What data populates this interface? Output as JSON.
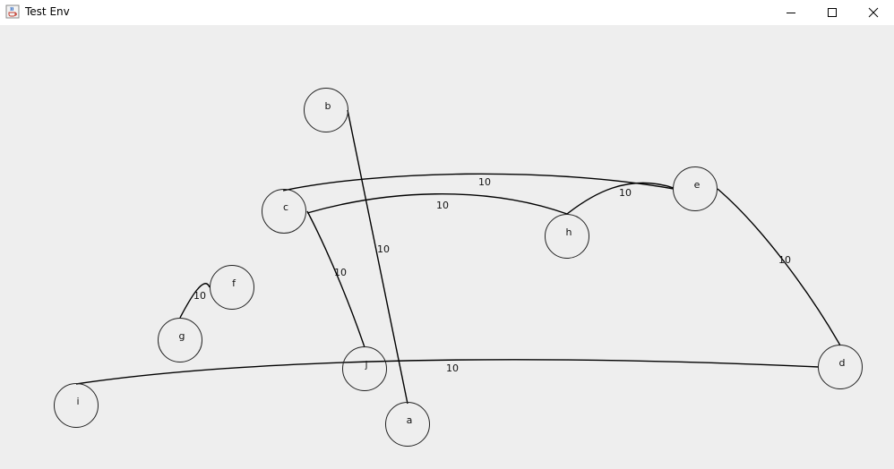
{
  "window": {
    "title": "Test Env",
    "icon": "java-cup-icon",
    "controls": [
      "minimize-icon",
      "maximize-icon",
      "close-icon"
    ]
  },
  "graph": {
    "nodes": [
      {
        "id": "a",
        "label": "a"
      },
      {
        "id": "b",
        "label": "b"
      },
      {
        "id": "c",
        "label": "c"
      },
      {
        "id": "d",
        "label": "d"
      },
      {
        "id": "e",
        "label": "e"
      },
      {
        "id": "f",
        "label": "f"
      },
      {
        "id": "g",
        "label": "g"
      },
      {
        "id": "h",
        "label": "h"
      },
      {
        "id": "i",
        "label": "i"
      },
      {
        "id": "j",
        "label": "j"
      }
    ],
    "edges": [
      {
        "from": "b",
        "to": "a",
        "weight": "10"
      },
      {
        "from": "c",
        "to": "e",
        "weight": "10"
      },
      {
        "from": "c",
        "to": "h",
        "weight": "10"
      },
      {
        "from": "h",
        "to": "e",
        "weight": "10"
      },
      {
        "from": "e",
        "to": "d",
        "weight": "10"
      },
      {
        "from": "c",
        "to": "j",
        "weight": "10"
      },
      {
        "from": "g",
        "to": "f",
        "weight": "10"
      },
      {
        "from": "i",
        "to": "d",
        "weight": "10"
      }
    ]
  }
}
